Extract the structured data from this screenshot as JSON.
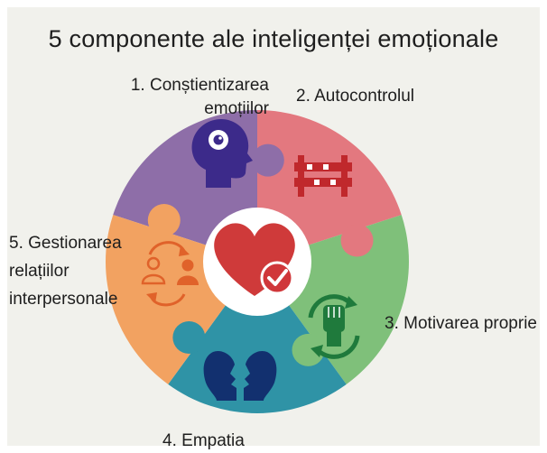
{
  "title": "5 componente ale inteligenței emoționale",
  "components": [
    {
      "number": "1.",
      "label_line1": "Conștientizarea",
      "label_line2": "emoțiilor",
      "color": "#8e6ea8",
      "icon": "head-eye-icon"
    },
    {
      "number": "2.",
      "label": "Autocontrolul",
      "color": "#e3787f",
      "icon": "barrier-icon"
    },
    {
      "number": "3.",
      "label": "Motivarea proprie",
      "color": "#7fc07a",
      "icon": "fist-recycle-icon"
    },
    {
      "number": "4.",
      "label": "Empatia",
      "color": "#2f93a6",
      "icon": "two-faces-icon"
    },
    {
      "number": "5.",
      "label_line1": "Gestionarea",
      "label_line2": "relațiilor",
      "label_line3": "interpersonale",
      "color": "#f2a261",
      "icon": "people-exchange-icon"
    }
  ],
  "center_icon": "heart-check-icon",
  "colors": {
    "center_heart": "#cf3a3a",
    "center_check": "#d0373a",
    "icon_purple": "#3c2a8a",
    "icon_red": "#c0282c",
    "icon_green": "#1f7a3c",
    "icon_blue": "#12306f",
    "icon_orange": "#e0622a"
  }
}
